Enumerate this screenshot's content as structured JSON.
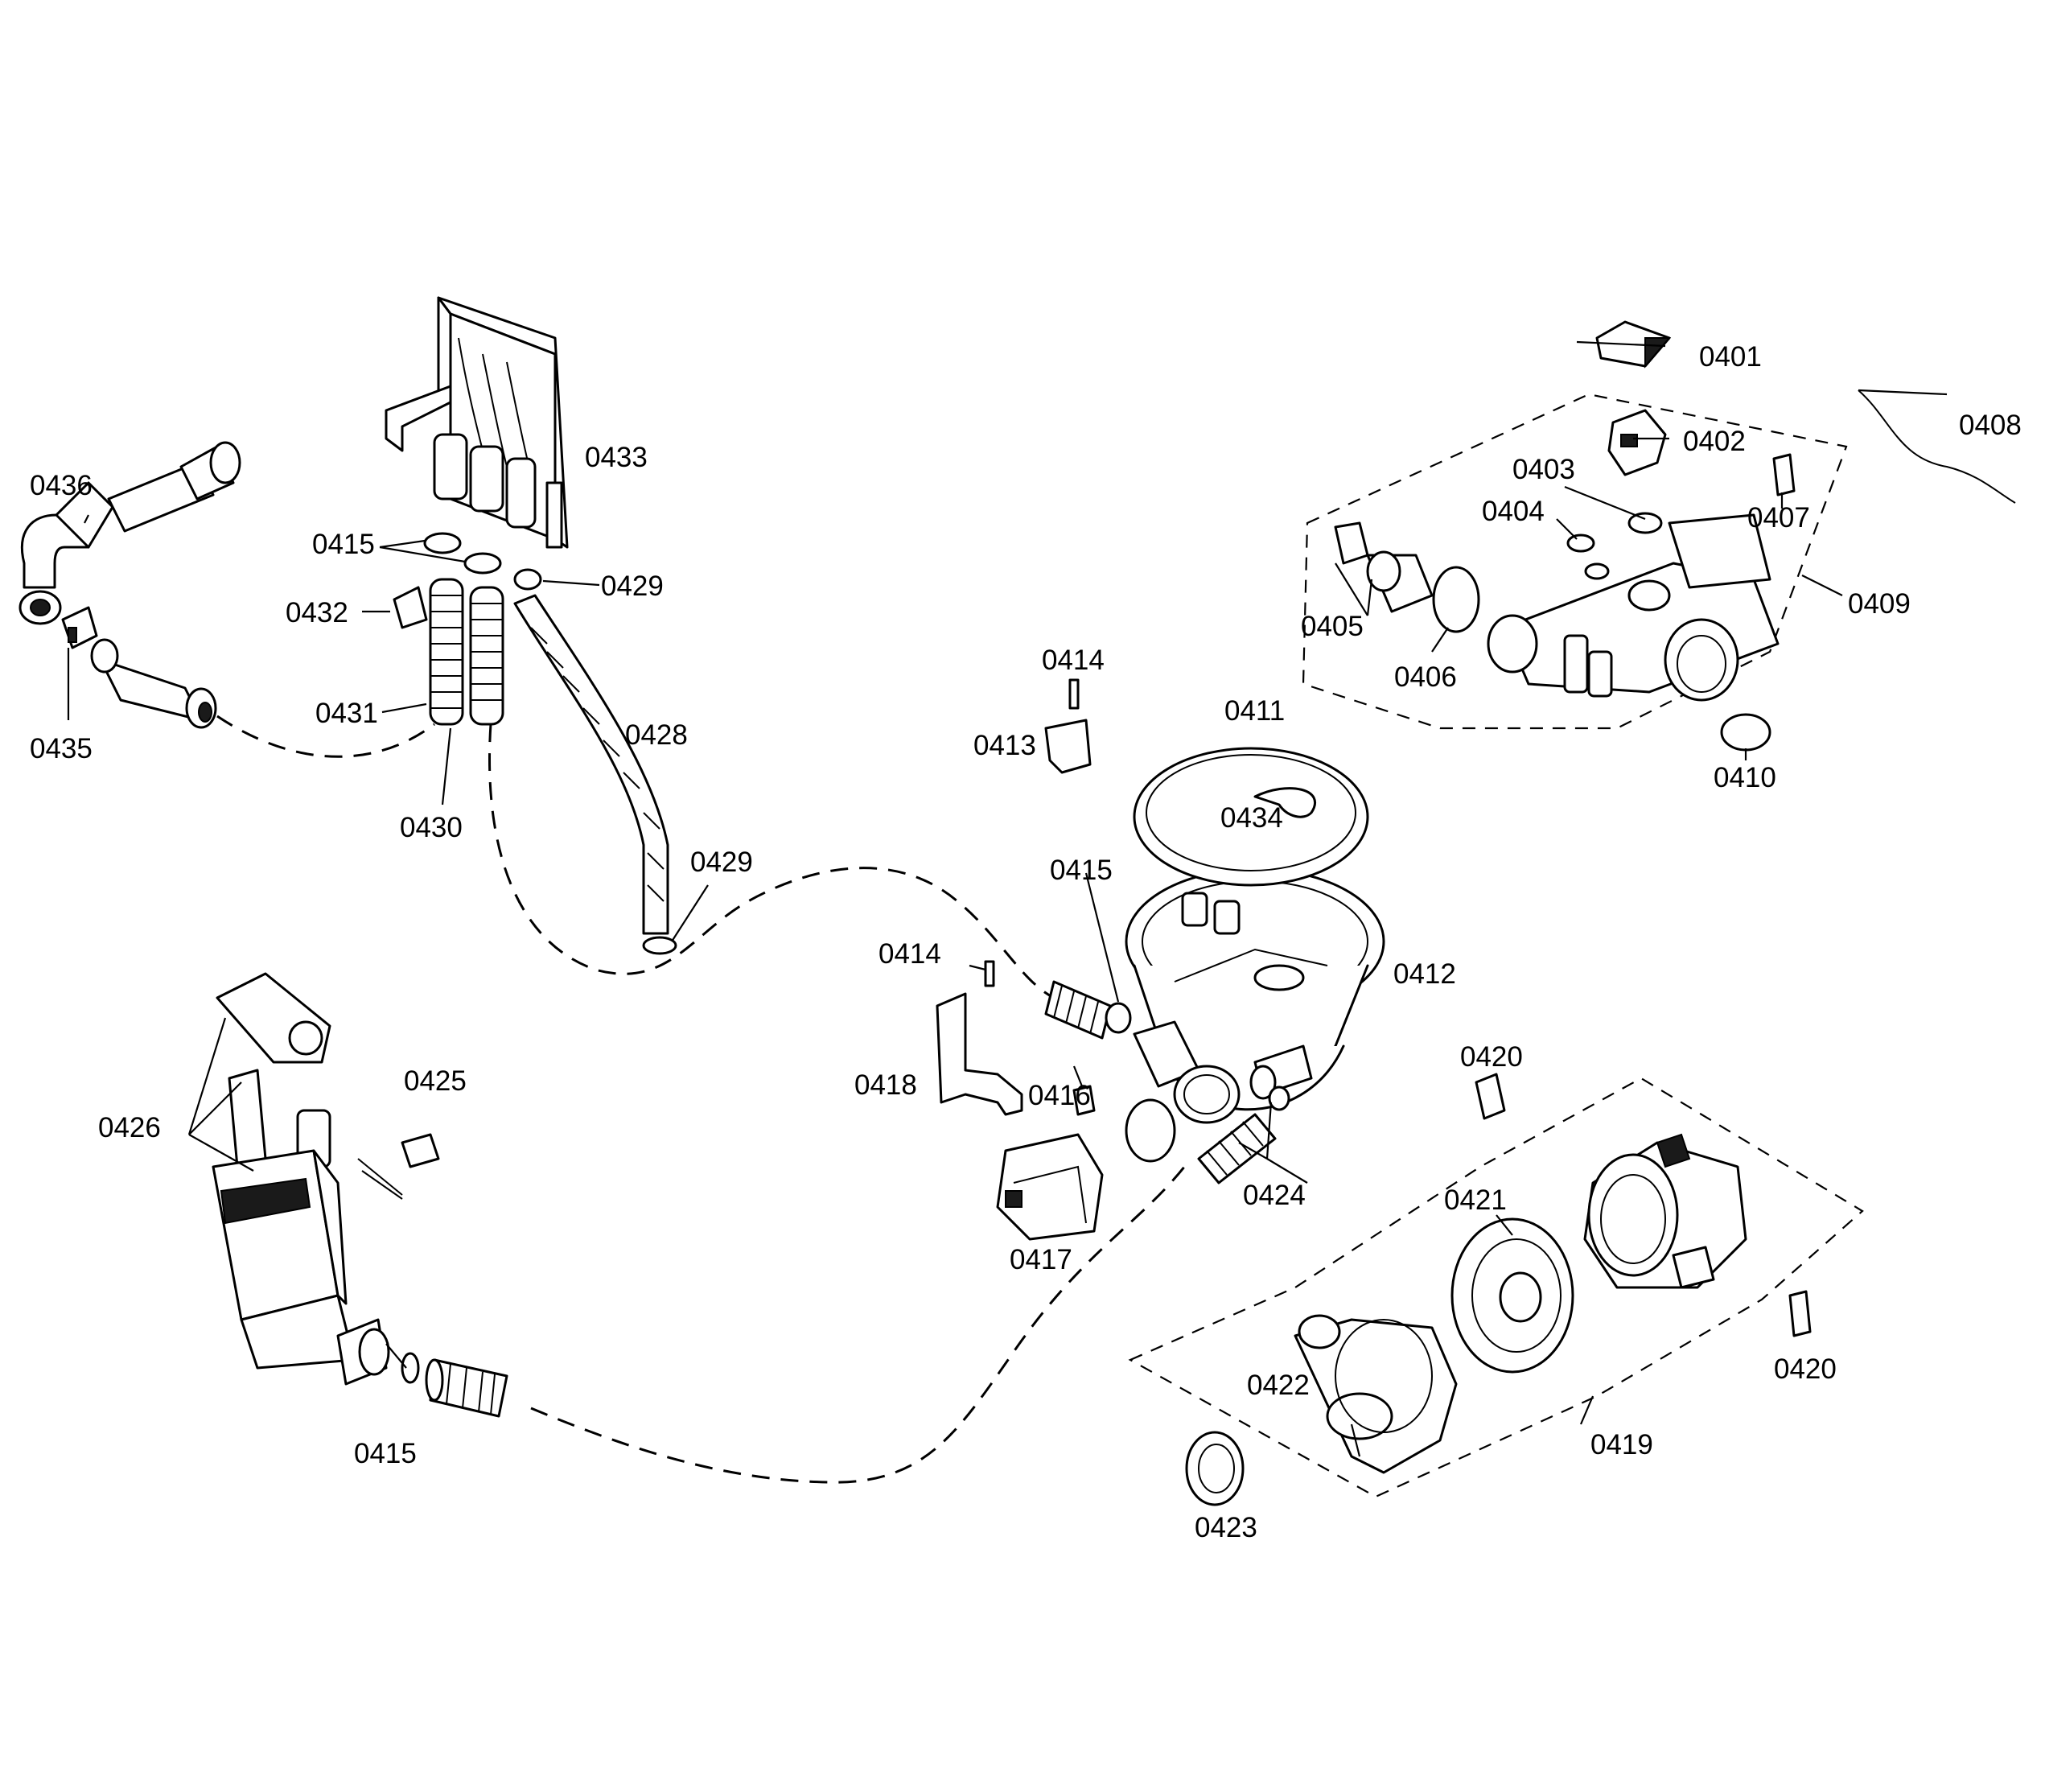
{
  "labels": {
    "l0401": "0401",
    "l0402": "0402",
    "l0403": "0403",
    "l0404": "0404",
    "l0405": "0405",
    "l0406": "0406",
    "l0407": "0407",
    "l0408": "0408",
    "l0409": "0409",
    "l0410": "0410",
    "l0411": "0411",
    "l0412": "0412",
    "l0413": "0413",
    "l0414a": "0414",
    "l0414b": "0414",
    "l0415a": "0415",
    "l0415b": "0415",
    "l0415c": "0415",
    "l0416": "0416",
    "l0417": "0417",
    "l0418": "0418",
    "l0419": "0419",
    "l0420a": "0420",
    "l0420b": "0420",
    "l0421": "0421",
    "l0422": "0422",
    "l0423": "0423",
    "l0424": "0424",
    "l0425": "0425",
    "l0426": "0426",
    "l0428": "0428",
    "l0429a": "0429",
    "l0429b": "0429",
    "l0430": "0430",
    "l0431": "0431",
    "l0432": "0432",
    "l0433": "0433",
    "l0434": "0434",
    "l0435": "0435",
    "l0436": "0436"
  },
  "colors": {
    "line": "#000000",
    "background": "#ffffff"
  }
}
